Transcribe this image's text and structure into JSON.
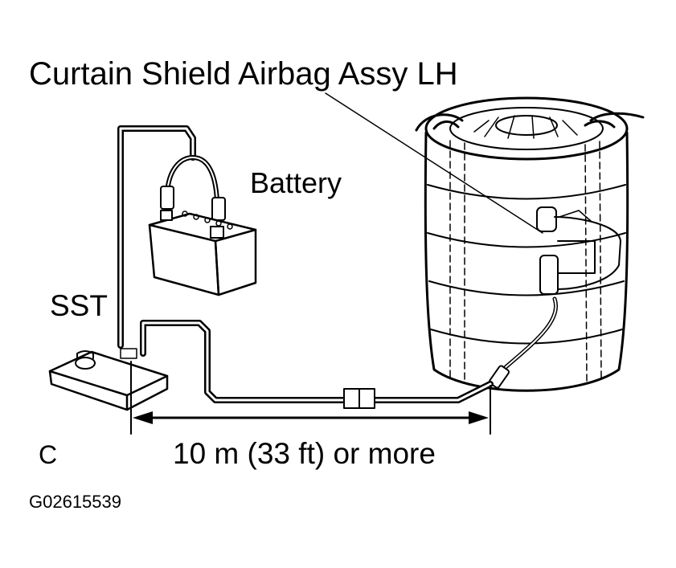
{
  "labels": {
    "title": "Curtain Shield Airbag Assy LH",
    "battery": "Battery",
    "sst": "SST",
    "distance": "10 m (33 ft) or more",
    "corner_letter": "C",
    "figure_code": "G02615539"
  },
  "colors": {
    "ink": "#000000",
    "paper": "#ffffff"
  }
}
